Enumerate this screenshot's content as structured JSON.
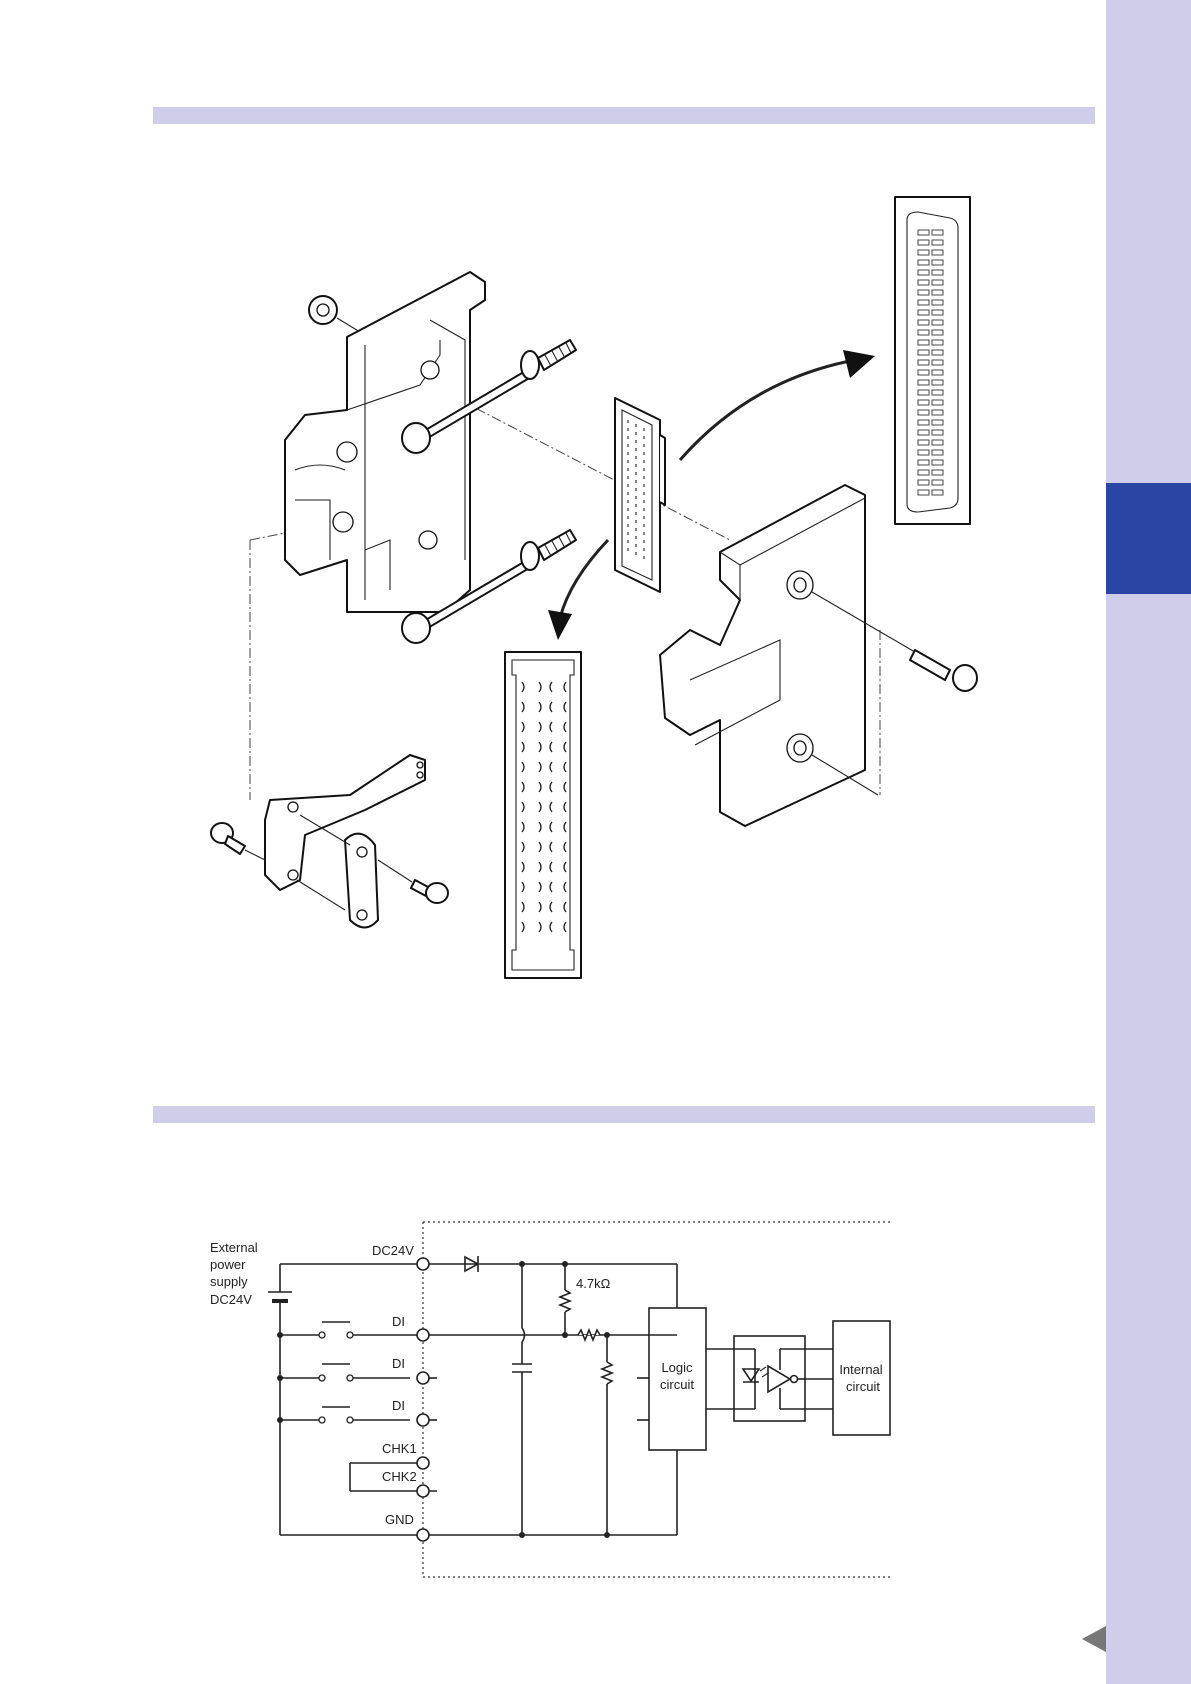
{
  "page": {
    "colors": {
      "accent_strip": "#cfcdea",
      "chapter_tab": "#2a45a3",
      "page_arrow": "#777777"
    },
    "icons": {
      "page_nav": "left-triangle-arrow-icon"
    }
  },
  "circuit": {
    "external_supply": [
      "External",
      "power",
      "supply",
      "DC24V"
    ],
    "terminal_dc24v": "DC24V",
    "terminal_di_1": "DI",
    "terminal_di_2": "DI",
    "terminal_di_3": "DI",
    "terminal_chk1": "CHK1",
    "terminal_chk2": "CHK2",
    "terminal_gnd": "GND",
    "resistor_value": "4.7kΩ",
    "logic_circuit": [
      "Logic",
      "circuit"
    ],
    "internal_circuit": [
      "Internal",
      "circuit"
    ]
  }
}
